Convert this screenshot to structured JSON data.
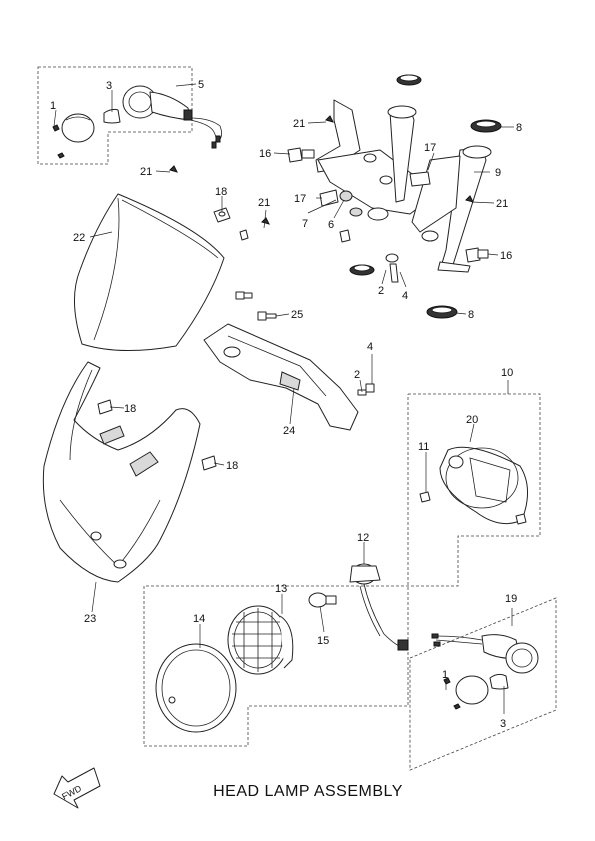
{
  "diagram": {
    "title": "HEAD LAMP ASSEMBLY",
    "fwd_label": "FWD",
    "callouts": {
      "c1a": "1",
      "c3a": "3",
      "c5": "5",
      "c21a": "21",
      "c8a": "8",
      "c16a": "16",
      "c17a": "17",
      "c9": "9",
      "c21b": "21",
      "c18a": "18",
      "c21c": "21",
      "c21d": "21",
      "c22": "22",
      "c17b": "17",
      "c7": "7",
      "c6": "6",
      "c2a": "2",
      "c4a": "4",
      "c16b": "16",
      "c25": "25",
      "c8b": "8",
      "c4b": "4",
      "c2b": "2",
      "c10": "10",
      "c18b": "18",
      "c24": "24",
      "c20": "20",
      "c11": "11",
      "c18c": "18",
      "c12": "12",
      "c23": "23",
      "c13": "13",
      "c14": "14",
      "c15": "15",
      "c19": "19",
      "c1b": "1",
      "c3b": "3"
    }
  }
}
